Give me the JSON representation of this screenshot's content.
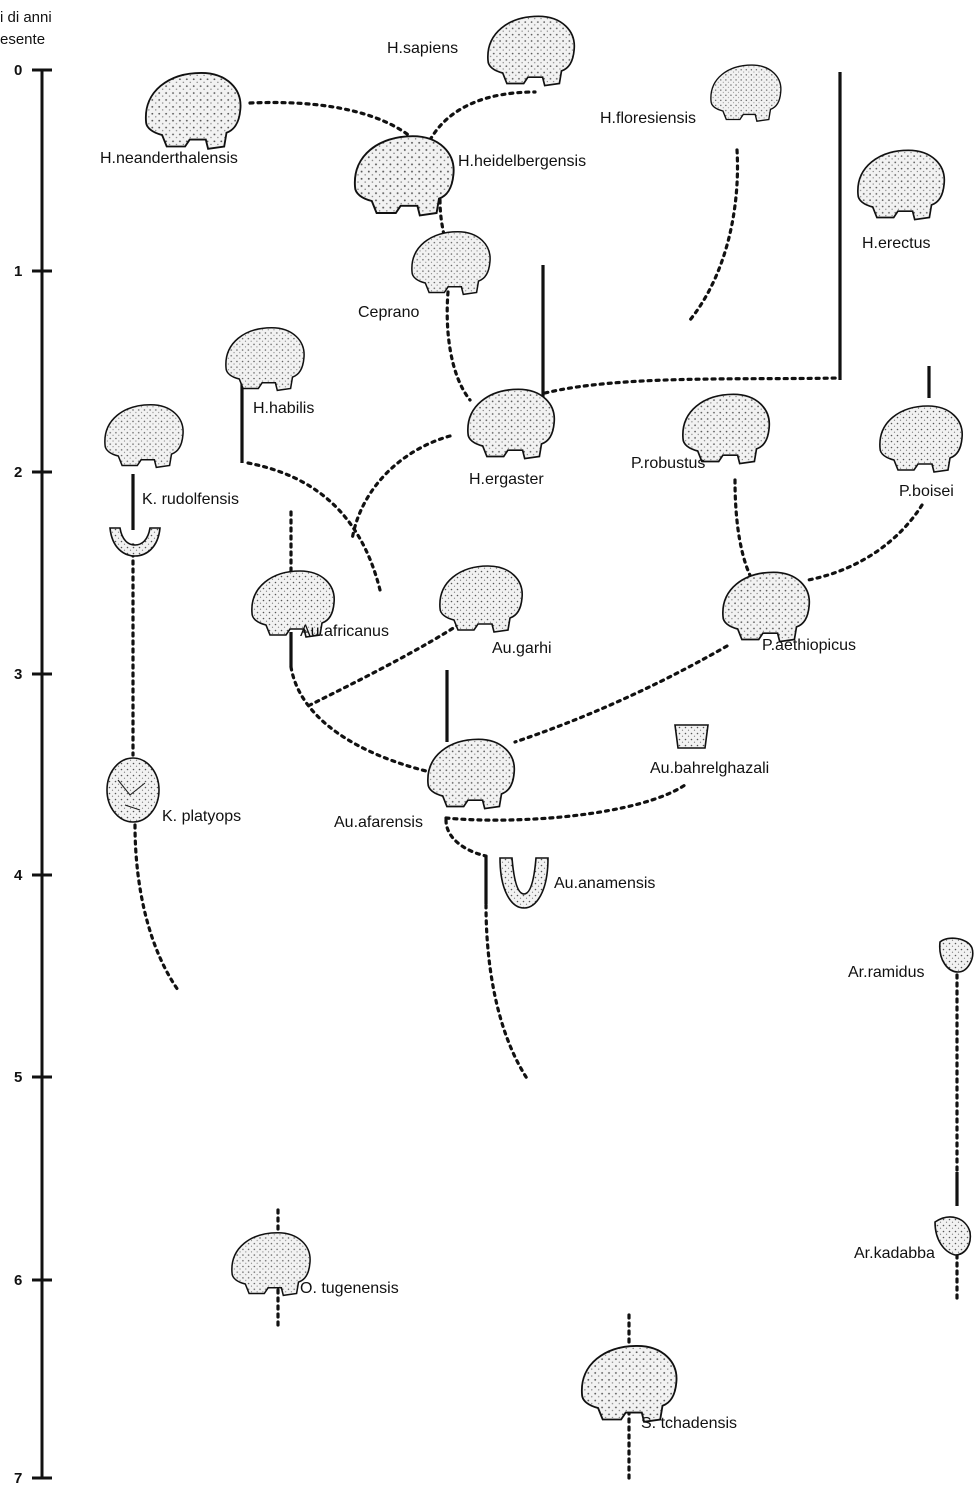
{
  "axis": {
    "title_line1": "i di anni",
    "title_line2": "esente",
    "ticks": [
      "0",
      "1",
      "2",
      "3",
      "4",
      "5",
      "6",
      "7"
    ]
  },
  "species": {
    "h_sapiens": "H.sapiens",
    "h_neanderthalensis": "H.neanderthalensis",
    "h_heidelbergensis": "H.heidelbergensis",
    "h_floresiensis": "H.floresiensis",
    "h_erectus": "H.erectus",
    "ceprano": "Ceprano",
    "h_habilis": "H.habilis",
    "k_rudolfensis": "K. rudolfensis",
    "h_ergaster": "H.ergaster",
    "p_robustus": "P.robustus",
    "p_boisei": "P.boisei",
    "au_africanus": "Au.africanus",
    "au_garhi": "Au.garhi",
    "p_aethiopicus": "P.aethiopicus",
    "au_bahrelghazali": "Au.bahrelghazali",
    "k_platyops": "K. platyops",
    "au_afarensis": "Au.afarensis",
    "au_anamensis": "Au.anamensis",
    "ar_ramidus": "Ar.ramidus",
    "ar_kadabba": "Ar.kadabba",
    "o_tugenensis": "O. tugenensis",
    "s_tchadensis": "S. tchadensis"
  },
  "icons": {
    "skull": "skull-icon",
    "mandible": "mandible-icon",
    "tooth": "tooth-icon"
  }
}
